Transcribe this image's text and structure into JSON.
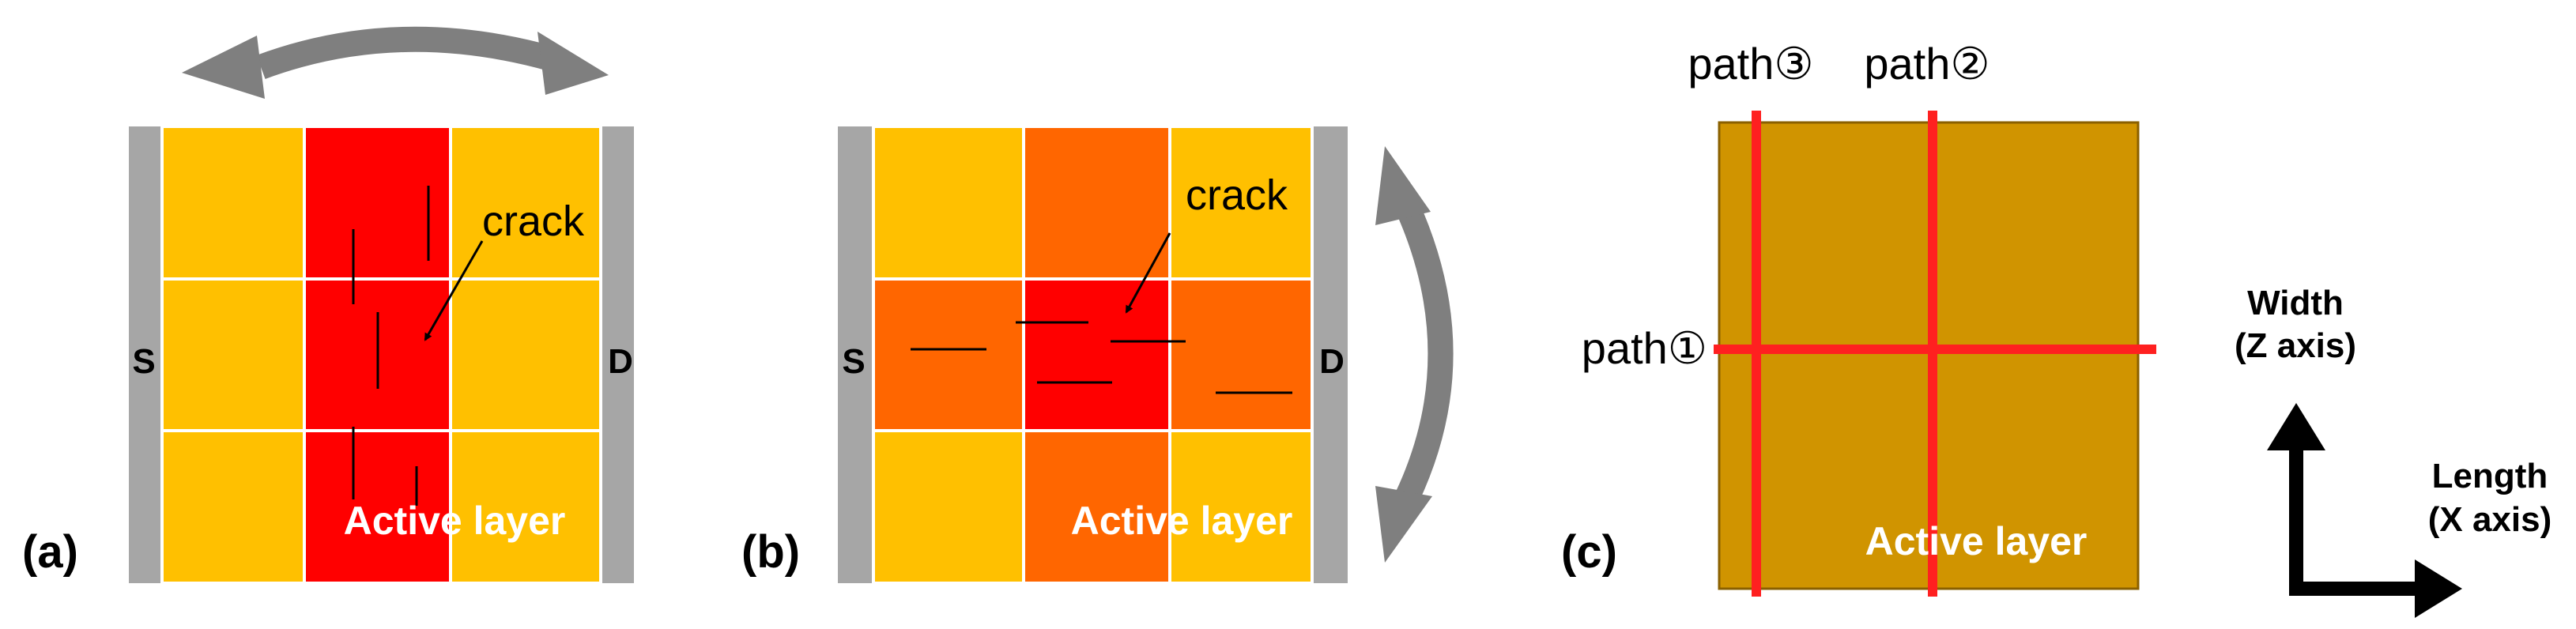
{
  "panel_a": {
    "letter": "(a)",
    "source": "S",
    "drain": "D",
    "crack_label": "crack",
    "layer_label": "Active layer"
  },
  "panel_b": {
    "letter": "(b)",
    "source": "S",
    "drain": "D",
    "crack_label": "crack",
    "layer_label": "Active layer"
  },
  "panel_c": {
    "letter": "(c)",
    "path1": "path①",
    "path2": "path②",
    "path3": "path③",
    "layer_label": "Active layer"
  },
  "axes": {
    "width_line1": "Width",
    "width_line2": "(Z axis)",
    "length_line1": "Length",
    "length_line2": "(X axis)"
  },
  "colors": {
    "electrode": "#a6a6a6",
    "light_cell": "#ffc000",
    "hot_cell": "#ff0000",
    "medium_cell": "#ff6600",
    "layer_c": "#d09400",
    "path_line": "#ff2020",
    "bend_arrow": "#7f7f7f"
  }
}
